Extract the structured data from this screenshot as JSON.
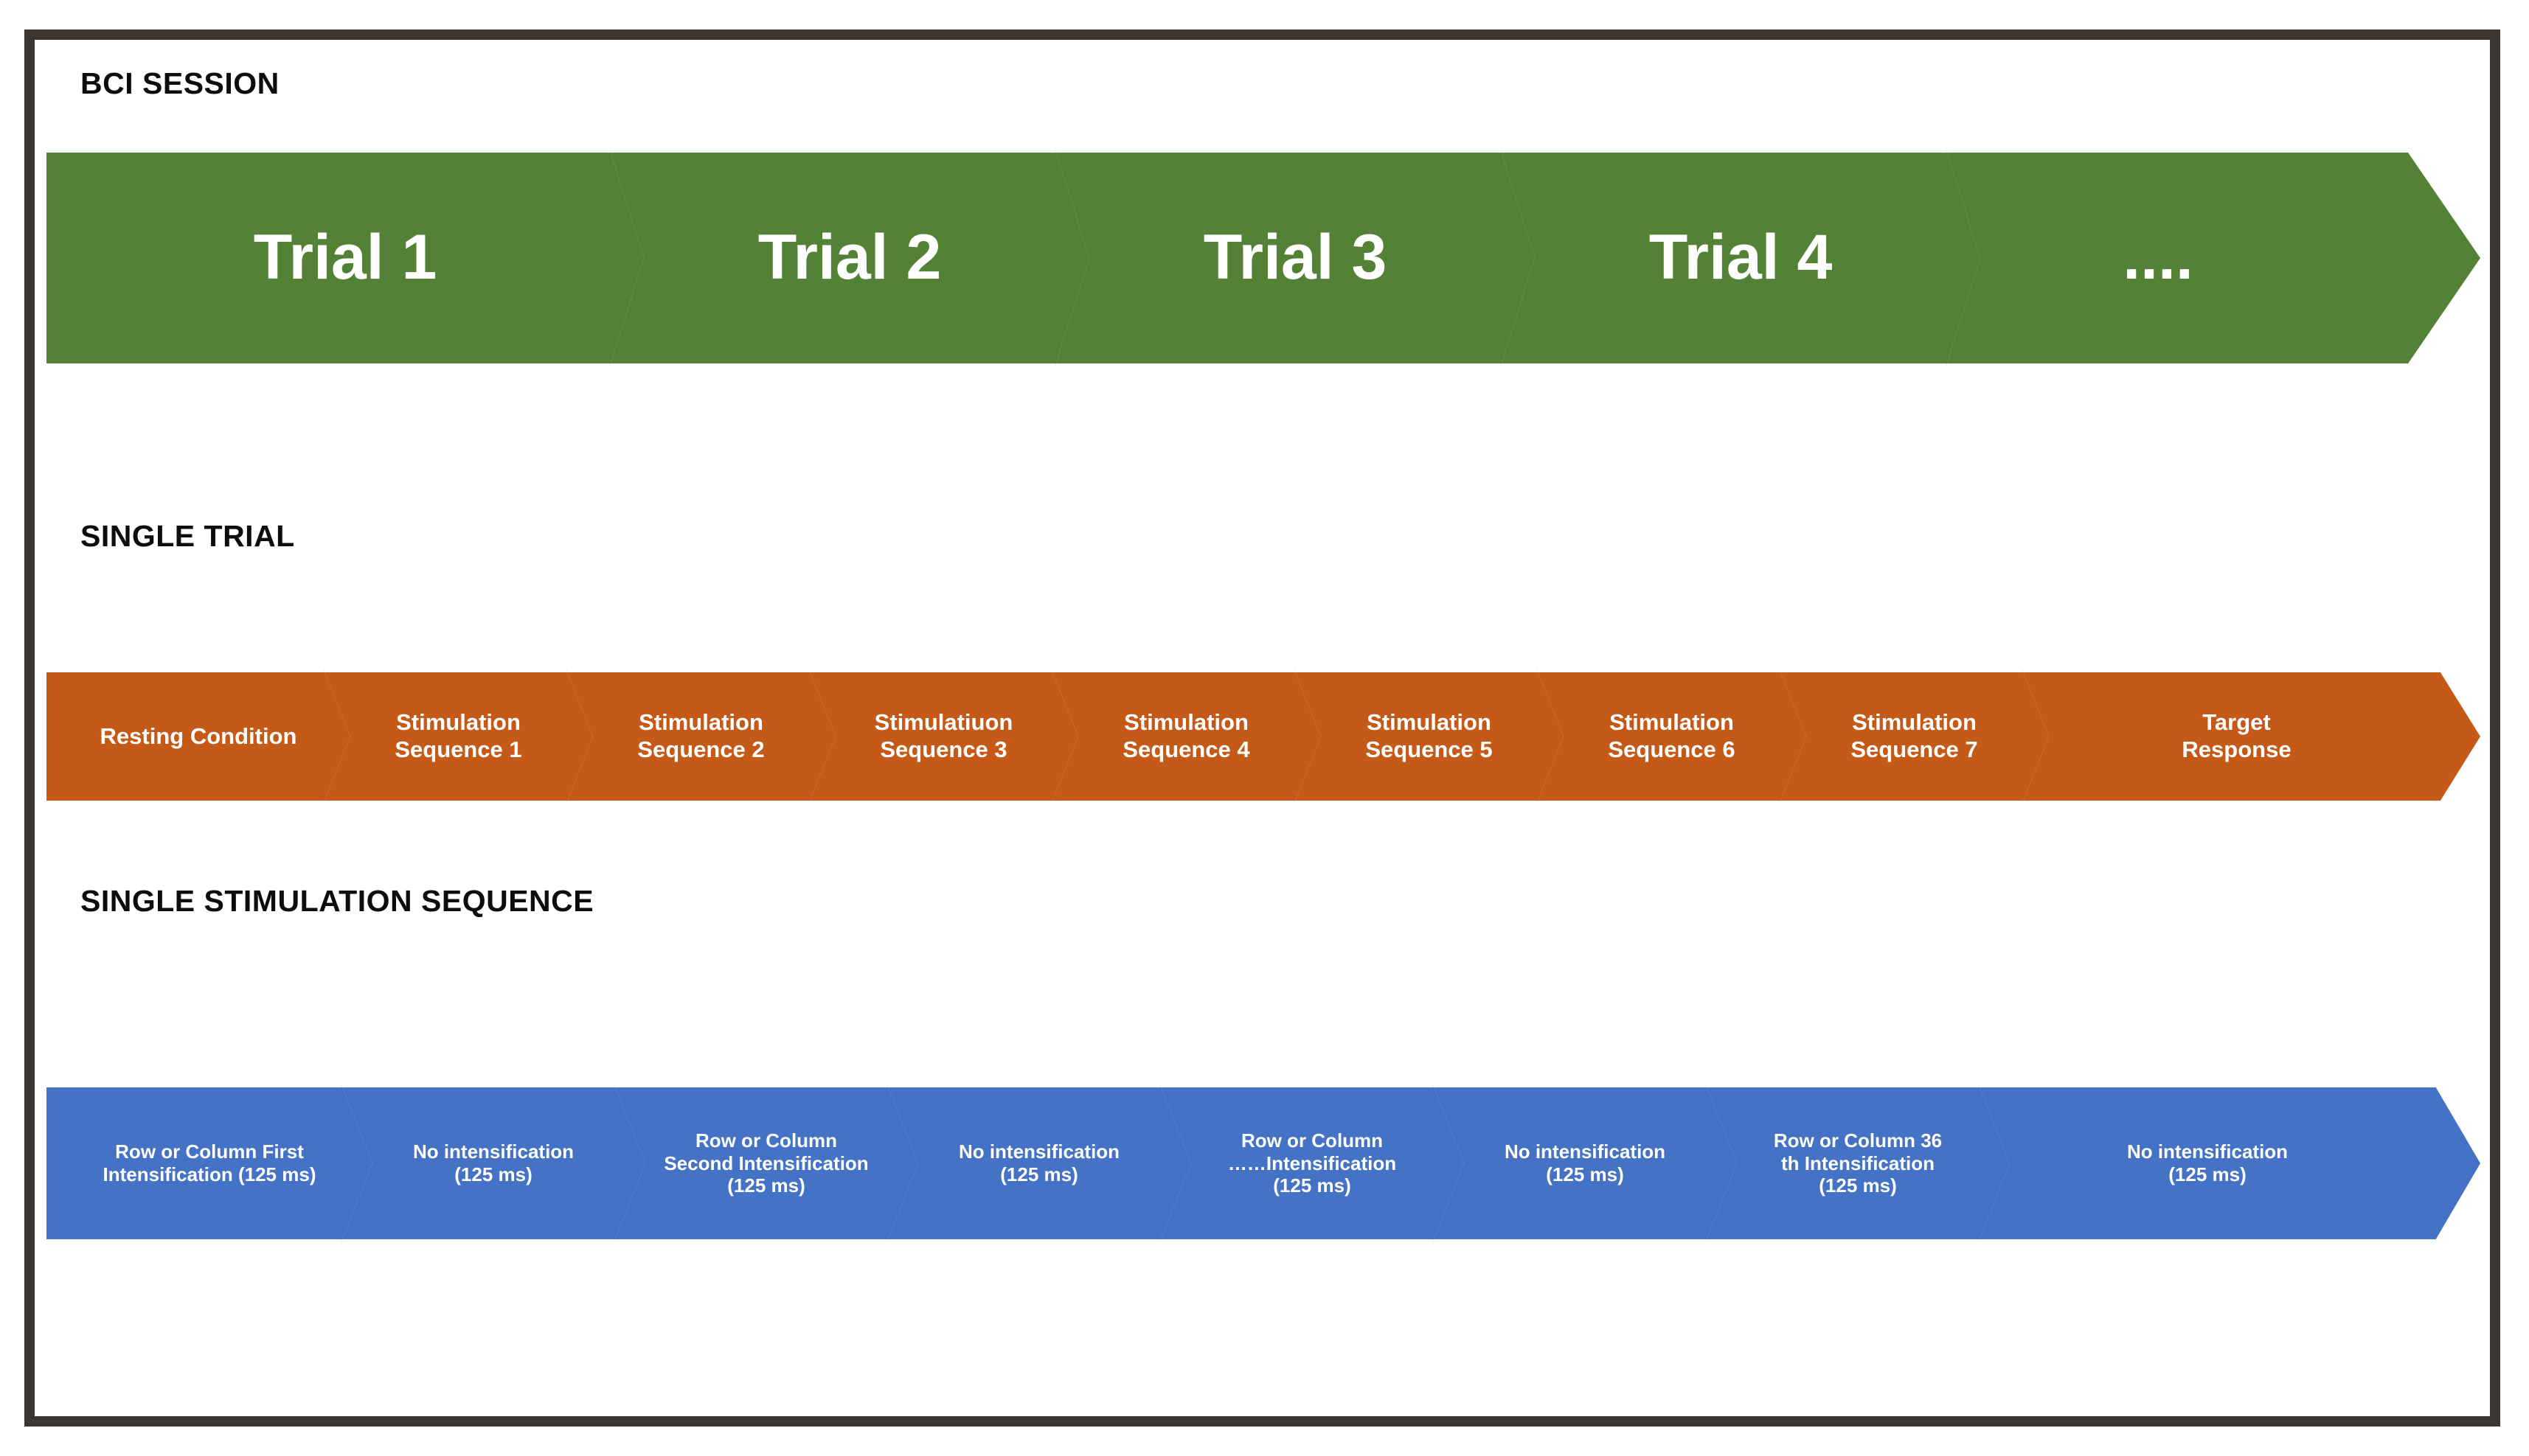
{
  "figure": {
    "frame_color": "#3a3634",
    "background": "#ffffff"
  },
  "sections": [
    {
      "id": "bci-session",
      "heading": "BCI SESSION",
      "color": "#538135",
      "steps": [
        {
          "label": "Trial 1"
        },
        {
          "label": "Trial 2"
        },
        {
          "label": "Trial 3"
        },
        {
          "label": "Trial 4"
        },
        {
          "label": "...."
        }
      ]
    },
    {
      "id": "single-trial",
      "heading": "SINGLE TRIAL",
      "color": "#c55a18",
      "steps": [
        {
          "label": "Resting Condition"
        },
        {
          "label": "Stimulation\nSequence 1"
        },
        {
          "label": "Stimulation\nSequence 2"
        },
        {
          "label": "Stimulatiuon\nSequence 3"
        },
        {
          "label": "Stimulation\nSequence 4"
        },
        {
          "label": "Stimulation\nSequence 5"
        },
        {
          "label": "Stimulation\nSequence 6"
        },
        {
          "label": "Stimulation\nSequence 7"
        },
        {
          "label": "Target\nResponse"
        }
      ]
    },
    {
      "id": "stim-sequence",
      "heading": "SINGLE STIMULATION SEQUENCE",
      "color": "#4472c4",
      "steps": [
        {
          "label": "Row or Column First\nIntensification (125 ms)"
        },
        {
          "label": "No intensification\n(125 ms)"
        },
        {
          "label": "Row or Column\nSecond Intensification\n(125 ms)"
        },
        {
          "label": "No intensification\n(125 ms)"
        },
        {
          "label": "Row or Column\n……Intensification\n(125 ms)"
        },
        {
          "label": "No intensification\n(125 ms)"
        },
        {
          "label": "Row or Column  36\nth  Intensification\n(125 ms)"
        },
        {
          "label": "No intensification\n(125 ms)"
        }
      ]
    }
  ]
}
